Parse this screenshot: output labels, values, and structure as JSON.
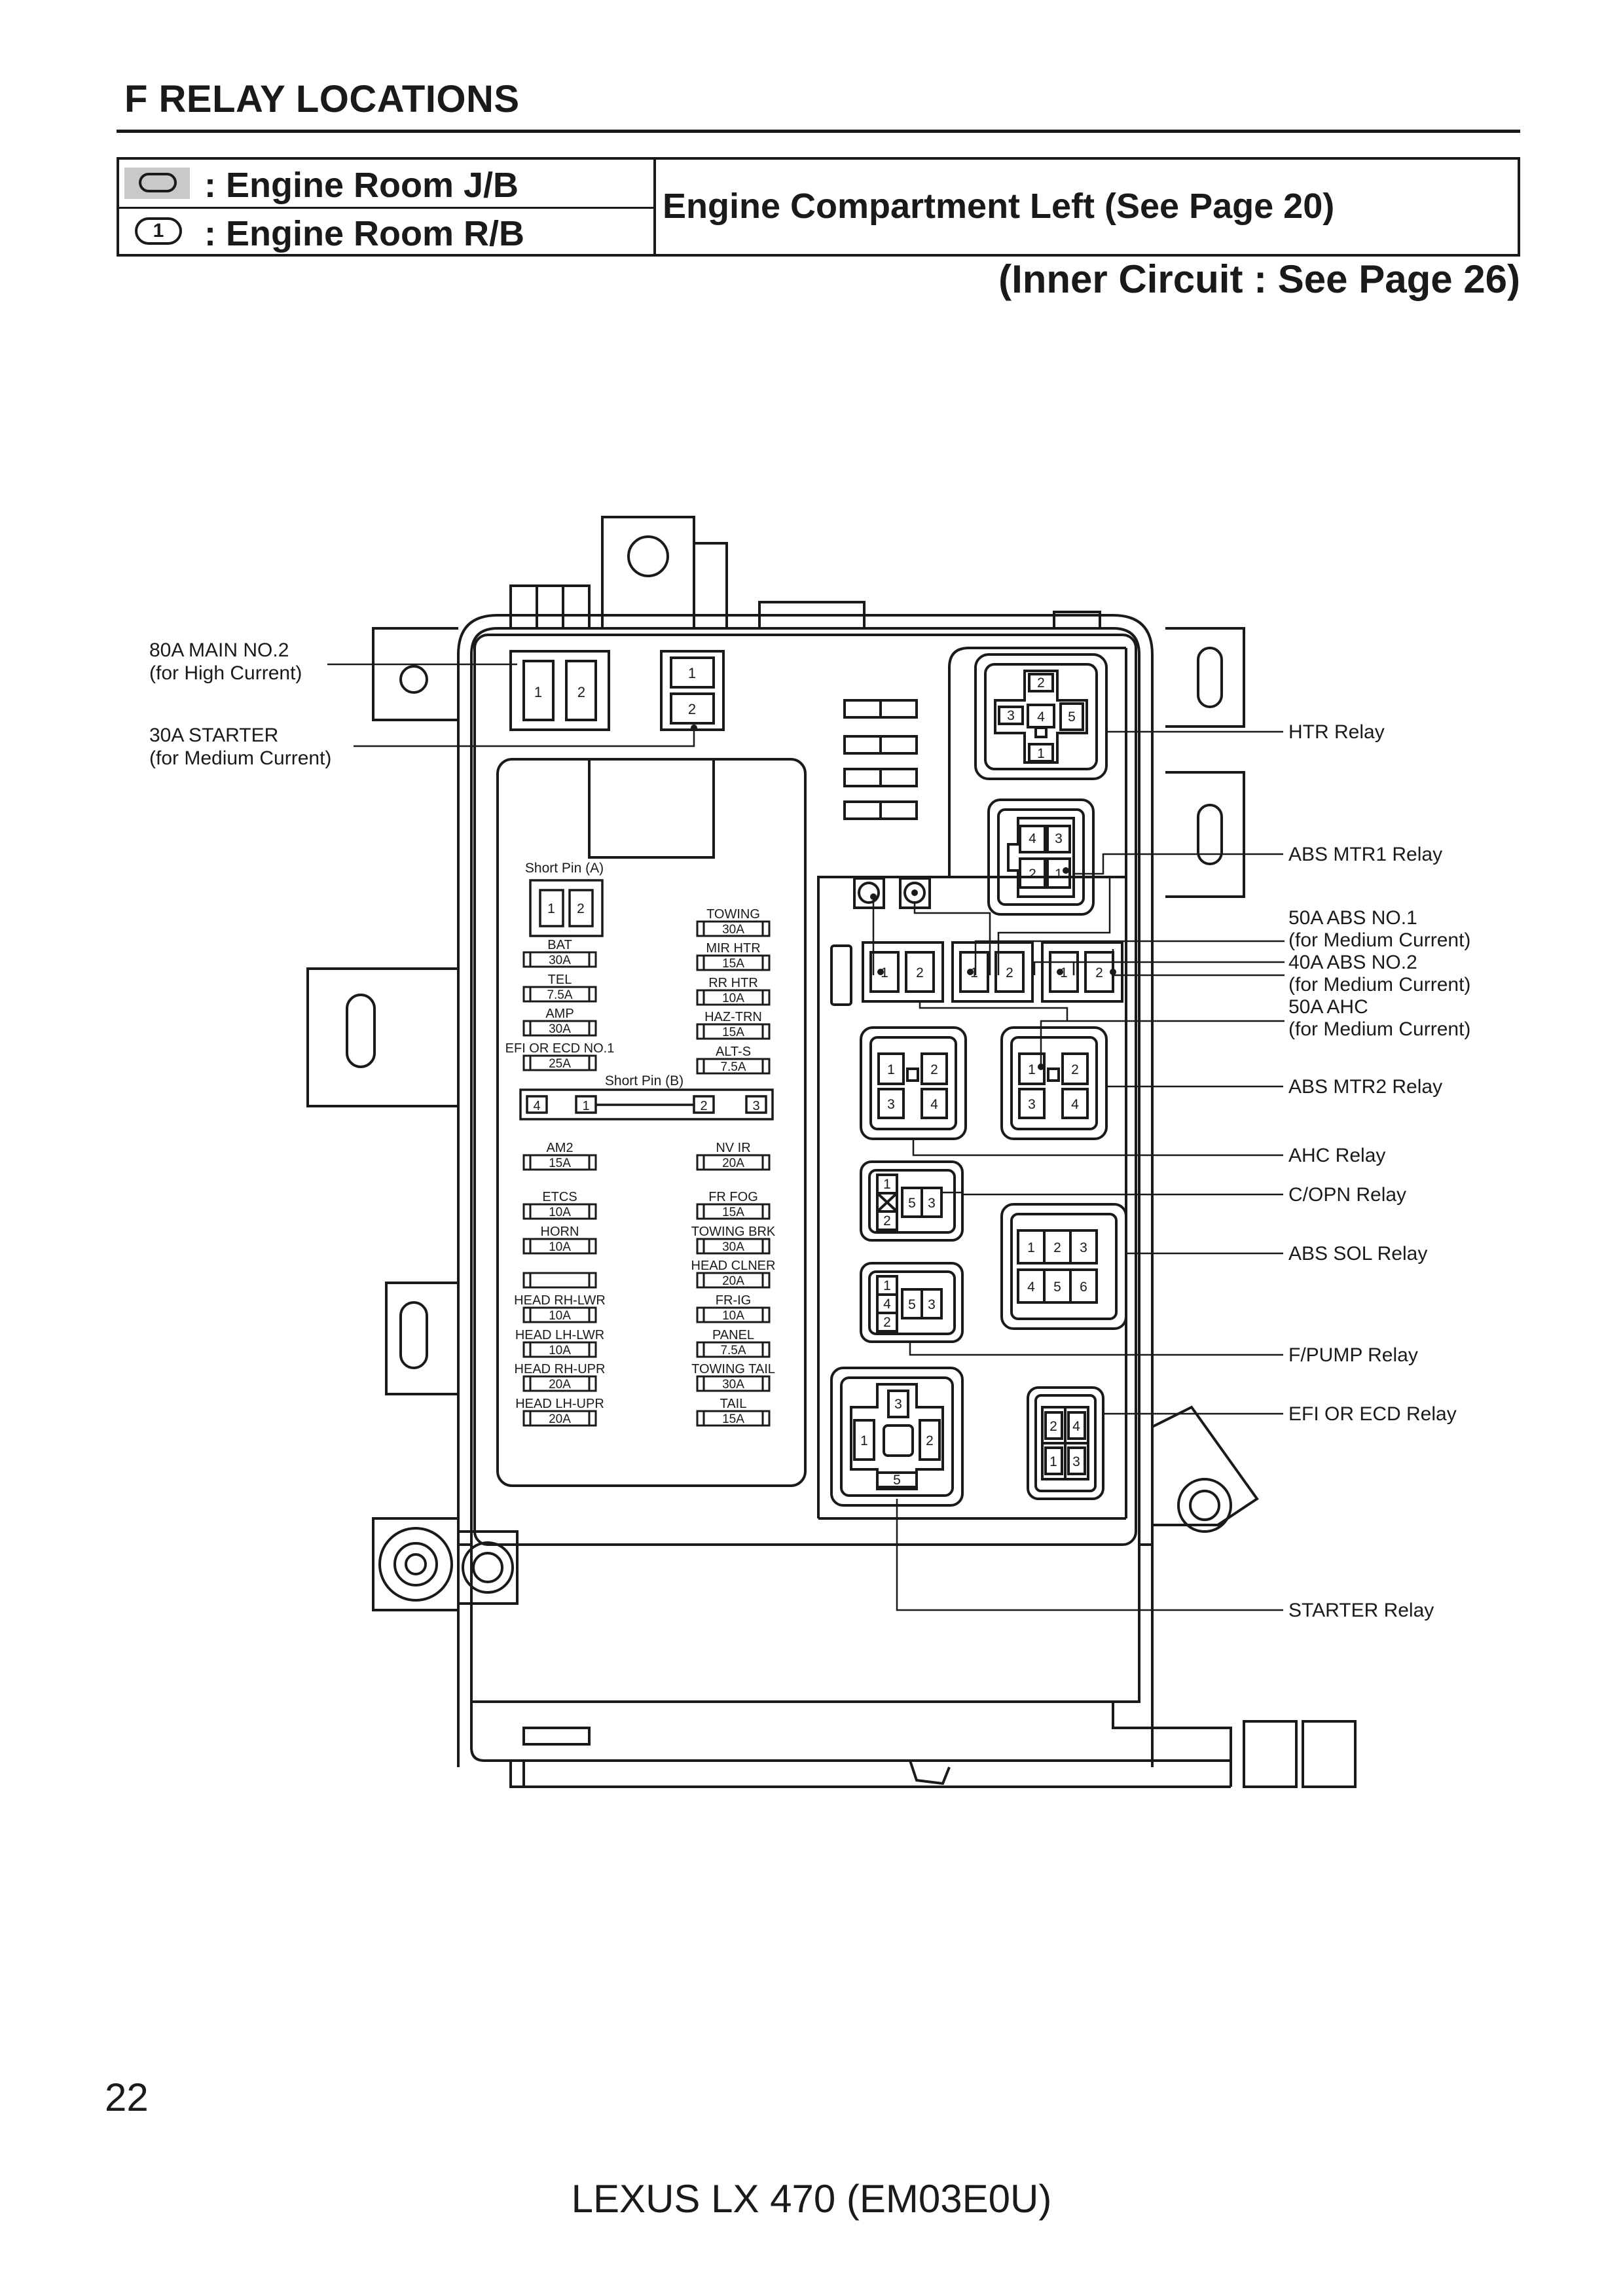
{
  "header": {
    "title": "F  RELAY LOCATIONS",
    "legend": [
      {
        "symbol": "engine-room-jb-symbol",
        "label": ": Engine Room J/B"
      },
      {
        "symbol": "engine-room-rb-symbol",
        "label": ": Engine Room R/B",
        "symbol_text": "1"
      }
    ],
    "location": "Engine Compartment Left (See Page 20)",
    "inner_circuit": "(Inner Circuit : See Page 26)"
  },
  "left_callouts": {
    "main": [
      "80A MAIN NO.2",
      "(for High Current)"
    ],
    "starter": [
      "30A STARTER",
      "(for Medium Current)"
    ]
  },
  "right_callouts": {
    "htr": "HTR Relay",
    "abs_mtr1": "ABS MTR1 Relay",
    "fuses": [
      "50A ABS NO.1",
      "(for Medium Current)",
      "40A ABS NO.2",
      "(for Medium Current)",
      "50A AHC",
      "(for Medium Current)"
    ],
    "abs_mtr2": "ABS MTR2 Relay",
    "ahc": "AHC Relay",
    "copn": "C/OPN Relay",
    "abs_sol": "ABS SOL Relay",
    "fpump": "F/PUMP Relay",
    "efi": "EFI OR ECD Relay",
    "starter": "STARTER Relay"
  },
  "fuse_panel": {
    "short_pin_a": "Short Pin (A)",
    "short_pin_b": "Short Pin (B)",
    "short_pin_b_pins": [
      "4",
      "1",
      "2",
      "3"
    ],
    "pair_pins": [
      "1",
      "2"
    ],
    "left_fuses": [
      {
        "name": "BAT",
        "amp": "30A"
      },
      {
        "name": "TEL",
        "amp": "7.5A"
      },
      {
        "name": "AMP",
        "amp": "30A"
      },
      {
        "name": "EFI OR ECD NO.1",
        "amp": "25A"
      },
      {
        "name": "AM2",
        "amp": "15A"
      },
      {
        "name": "ETCS",
        "amp": "10A"
      },
      {
        "name": "HORN",
        "amp": "10A"
      },
      {
        "name": "",
        "amp": ""
      },
      {
        "name": "HEAD RH-LWR",
        "amp": "10A"
      },
      {
        "name": "HEAD LH-LWR",
        "amp": "10A"
      },
      {
        "name": "HEAD RH-UPR",
        "amp": "20A"
      },
      {
        "name": "HEAD LH-UPR",
        "amp": "20A"
      }
    ],
    "right_fuses": [
      {
        "name": "TOWING",
        "amp": "30A"
      },
      {
        "name": "MIR HTR",
        "amp": "15A"
      },
      {
        "name": "RR HTR",
        "amp": "10A"
      },
      {
        "name": "HAZ-TRN",
        "amp": "15A"
      },
      {
        "name": "ALT-S",
        "amp": "7.5A"
      },
      {
        "name": "NV IR",
        "amp": "20A"
      },
      {
        "name": "FR FOG",
        "amp": "15A"
      },
      {
        "name": "TOWING BRK",
        "amp": "30A"
      },
      {
        "name": "HEAD CLNER",
        "amp": "20A"
      },
      {
        "name": "FR-IG",
        "amp": "10A"
      },
      {
        "name": "PANEL",
        "amp": "7.5A"
      },
      {
        "name": "TOWING TAIL",
        "amp": "30A"
      },
      {
        "name": "TAIL",
        "amp": "15A"
      }
    ]
  },
  "relays": {
    "htr": [
      "2",
      "3",
      "4",
      "5",
      "1"
    ],
    "abs_mtr1": [
      "4",
      "3",
      "2",
      "1"
    ],
    "abs_mtr2": [
      "1",
      "2",
      "3",
      "4"
    ],
    "ahc": [
      "1",
      "2",
      "3",
      "4"
    ],
    "copn": [
      "1",
      "5",
      "3",
      "2"
    ],
    "abs_sol": [
      "1",
      "2",
      "3",
      "4",
      "5",
      "6"
    ],
    "fpump": [
      "1",
      "4",
      "5",
      "3",
      "2"
    ],
    "efi": [
      "2",
      "4",
      "1",
      "3"
    ],
    "starter": [
      "3",
      "1",
      "2",
      "5"
    ],
    "main_fuse": [
      "1",
      "2"
    ],
    "starter_fuse": [
      "1",
      "2"
    ],
    "abs_fuses": [
      "1",
      "2",
      "1",
      "2",
      "1",
      "2"
    ]
  },
  "footer": {
    "page_number": "22",
    "model": "LEXUS LX 470 (EM03E0U)"
  }
}
